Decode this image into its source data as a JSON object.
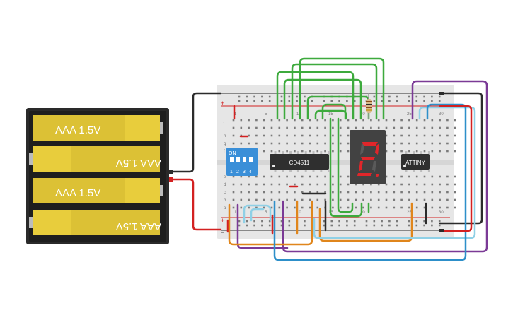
{
  "battery_pack": {
    "cells": [
      {
        "label": "AAA 1.5V",
        "flipped": false
      },
      {
        "label": "AAA 1.5V",
        "flipped": true
      },
      {
        "label": "AAA 1.5V",
        "flipped": false
      },
      {
        "label": "AAA 1.5V",
        "flipped": true
      }
    ]
  },
  "breadboard": {
    "rail_plus": "+",
    "rail_minus": "−",
    "row_letters_top": [
      "j",
      "i",
      "h",
      "g",
      "f"
    ],
    "row_letters_bottom": [
      "e",
      "d",
      "c",
      "b",
      "a"
    ],
    "column_numbers": [
      "1",
      "5",
      "10",
      "15",
      "20",
      "25",
      "30"
    ]
  },
  "dip_switch": {
    "title": "ON",
    "positions": [
      "1",
      "2",
      "3",
      "4"
    ]
  },
  "decoder_chip": {
    "label": "CD4511"
  },
  "microcontroller": {
    "label": "ATTINY"
  },
  "seven_segment": {
    "digit": "2"
  },
  "colors": {
    "wire_black": "#2b2b2b",
    "wire_red": "#d32121",
    "wire_green": "#3daa3d",
    "wire_purple": "#7b3a96",
    "wire_orange": "#e0861c",
    "wire_light_blue": "#8fd0e6",
    "wire_blue": "#2d8fc9",
    "battery_cell": "#e8cd3c",
    "dip_switch": "#3a8fd8",
    "segment_on": "#e0262a"
  }
}
